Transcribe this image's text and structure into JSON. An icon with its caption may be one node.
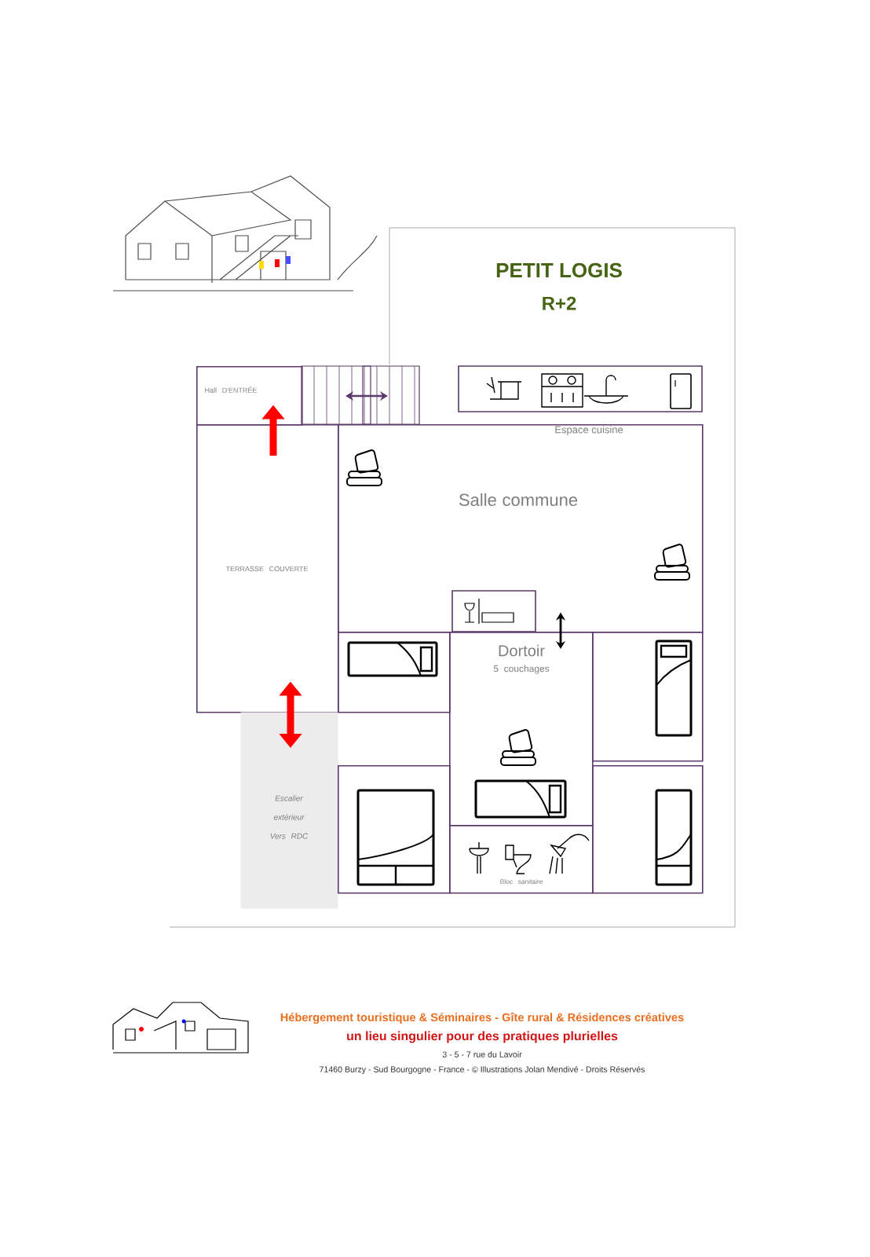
{
  "diagram": {
    "title": "PETIT LOGIS",
    "nodes": [
      {
        "text": [
          "Hall D'ENTRÉE"
        ]
      },
      {
        "text": [
          "Salle commune"
        ]
      },
      {
        "text": [
          "TERRASSE COUVERTE"
        ]
      },
      {
        "text": [],
        "shape": "box"
      },
      {
        "text": [
          "Dortoir",
          "5 couchages"
        ]
      },
      {
        "text": [],
        "shape": "box"
      },
      {
        "text": [
          "Escalier extérieur Vers RDC"
        ]
      },
      {
        "text": [],
        "shape": "box"
      },
      {
        "text": [
          "Bloc sanitaire"
        ]
      },
      {
        "text": [],
        "shape": "box"
      }
    ],
    "edges": [
      {
        "from": 2,
        "to": 0,
        "arrow": "to",
        "color": "#ff0000"
      },
      {
        "from": 2,
        "to": 6,
        "arrow": "both",
        "color": "#ff0000"
      },
      {
        "from": 1,
        "to": 4,
        "arrow": "both",
        "color": "#000000"
      }
    ],
    "labels": [
      "R+2",
      "Espace cuisine",
      "Hébergement touristique & Séminaires - Gîte rural & Résidences créatives",
      "un lieu singulier pour des pratiques plurielles",
      "3 - 5 - 7 rue du Lavoir",
      "71460 Burzy - Sud Bourgogne - France - © Illustrations Jolan Mendivé - Droits Réservés"
    ]
  }
}
